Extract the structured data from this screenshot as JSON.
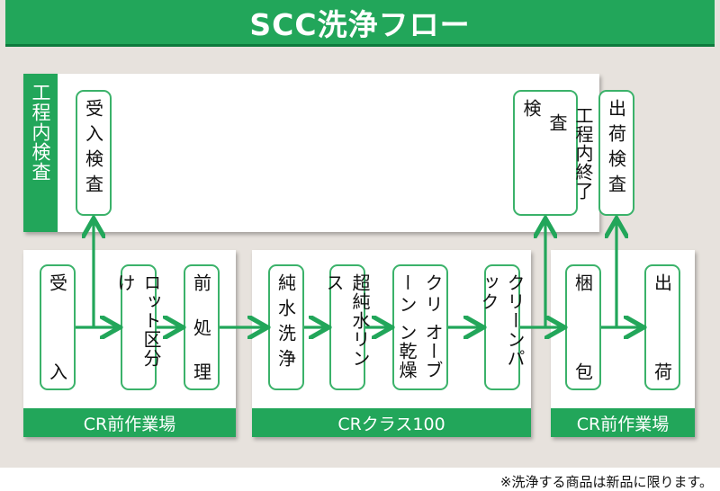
{
  "title": "SCC洗浄フロー",
  "footnote": "※洗浄する商品は新品に限ります。",
  "inspection_label": "工程内検査",
  "zones": {
    "left": "CR前作業場",
    "middle": "CRクラス100",
    "right": "CR前作業場"
  },
  "steps": {
    "uke_kensa": "受入検査",
    "kotei_kensa_a": "工程内終了",
    "kotei_kensa_b": "検",
    "kotei_kensa_c": "査",
    "shukka_kensa": "出荷検査",
    "ukeire_1": "受",
    "ukeire_2": "入",
    "lot": "ロット区分け",
    "zenshori_1": "前",
    "zenshori_2": "処",
    "zenshori_3": "理",
    "junsui": "純水洗浄",
    "chojunsui": "超純水リンス",
    "oven_a": "クリーン",
    "oven_b": "オーブン乾燥",
    "pack": "クリーンパック",
    "konpo_1": "梱",
    "konpo_2": "包",
    "shukka_1": "出",
    "shukka_2": "荷"
  },
  "colors": {
    "green": "#22a65a",
    "panel": "#e7e2dd"
  }
}
